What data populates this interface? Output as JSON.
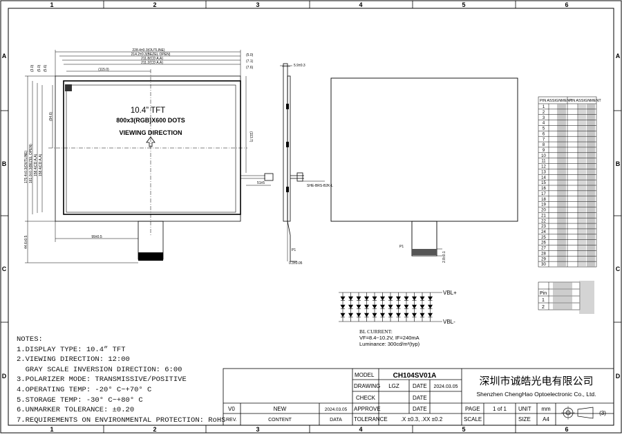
{
  "frame": {
    "columns": [
      "1",
      "2",
      "3",
      "4",
      "5",
      "6"
    ],
    "rows": [
      "A",
      "B",
      "C",
      "D"
    ]
  },
  "front_view": {
    "title": "10.4”  TFT",
    "resolution": "800x3(RGB)X600 DOTS",
    "viewing_direction": "VIEWING DIRECTION",
    "dims_top": [
      "228.4±0.3(OUTLINE)",
      "214.2±0.3(BEZEL OPEN)",
      "211.8(CD A.A)",
      "211.2(CD A.A)",
      "(115.0)"
    ],
    "dims_top_right": [
      "(5.0)",
      "(7.1)",
      "(7.6)"
    ],
    "dims_left": [
      "(3.0)",
      "(5.0)",
      "(5.6)"
    ],
    "dims_vertical": [
      "175.4±0.3(OUTLINE)",
      "161.0±0.3(BEZEL OPEN)",
      "158.4(CD A.A)",
      "158.4(CD A.A)",
      "(94.6)"
    ],
    "dim_fpc_height": "44.6±0.5",
    "dim_fpc_pos": "99±0.5",
    "dim_right": "(113.7)",
    "dim_cable": "51±5"
  },
  "side_view": {
    "thickness": "5.9±0.3",
    "p1": "P1",
    "fpc_thk": "0.3±0.05",
    "cable_label": "SHE-BRS-B2K-L"
  },
  "back_view": {
    "p1": "P1",
    "dim": "2.8±0.1"
  },
  "circuit": {
    "vbl_plus": "VBL+",
    "vbl_minus": "VBL-",
    "current": "BL CURRENT:",
    "spec": "VF=8.4~10.2V, IF=240mA",
    "luminance": "Luminance: 300cd/m²(typ)"
  },
  "pin_table": {
    "header_left": "PIN ASSIGNMENT",
    "header_right": "PIN ASSIGNMENT",
    "pins": [
      "1",
      "2",
      "3",
      "4",
      "5",
      "6",
      "7",
      "8",
      "9",
      "10",
      "11",
      "12",
      "13",
      "14",
      "15",
      "16",
      "17",
      "18",
      "19",
      "20",
      "21",
      "22",
      "23",
      "24",
      "25",
      "26",
      "27",
      "28",
      "29",
      "30"
    ]
  },
  "small_table": {
    "label_pin": "Pin",
    "rows": [
      "1",
      "2"
    ]
  },
  "notes": [
    "NOTES:",
    "1.DISPLAY TYPE: 10.4” TFT",
    "2.VIEWING DIRECTION: 12:00",
    "  GRAY SCALE INVERSION DIRECTION: 6:00",
    "3.POLARIZER MODE: TRANSMISSIVE/POSITIVE",
    "4.OPERATING TEMP: -20° C~+70° C",
    "5.STORAGE TEMP: -30° C~+80° C",
    "6.UNMARKER TOLERANCE: ±0.20",
    "7.REQUIREMENTS ON ENVIRONMENTAL PROTECTION: RoHS"
  ],
  "title_block": {
    "model_label": "MODEL",
    "model": "CH104SV01A",
    "drawing_label": "DRAWING",
    "drawing": "LGZ",
    "date_label": "DATE",
    "date": "2024.03.05",
    "check_label": "CHECK",
    "approve_label": "APPROVE",
    "company_cn": "深圳市诚皓光电有限公司",
    "company_en": "Shenzhen ChengHao Optoelectronic Co., Ltd.",
    "rev_label": "REV.",
    "content_label": "CONTENT",
    "date_col_label": "DATA",
    "rev_value": "V0",
    "content_value": "NEW",
    "rev_date": "2024.03.05",
    "tolerance_label": "TOLERANCE",
    "tolerance": ".X ±0.3, .XX ±0.2",
    "page_label": "PAGE",
    "page": "1 of 1",
    "unit_label": "UNIT",
    "unit": "mm",
    "scale_label": "SCALE",
    "size_label": "SIZE",
    "size": "A4",
    "projection": "(3)"
  }
}
